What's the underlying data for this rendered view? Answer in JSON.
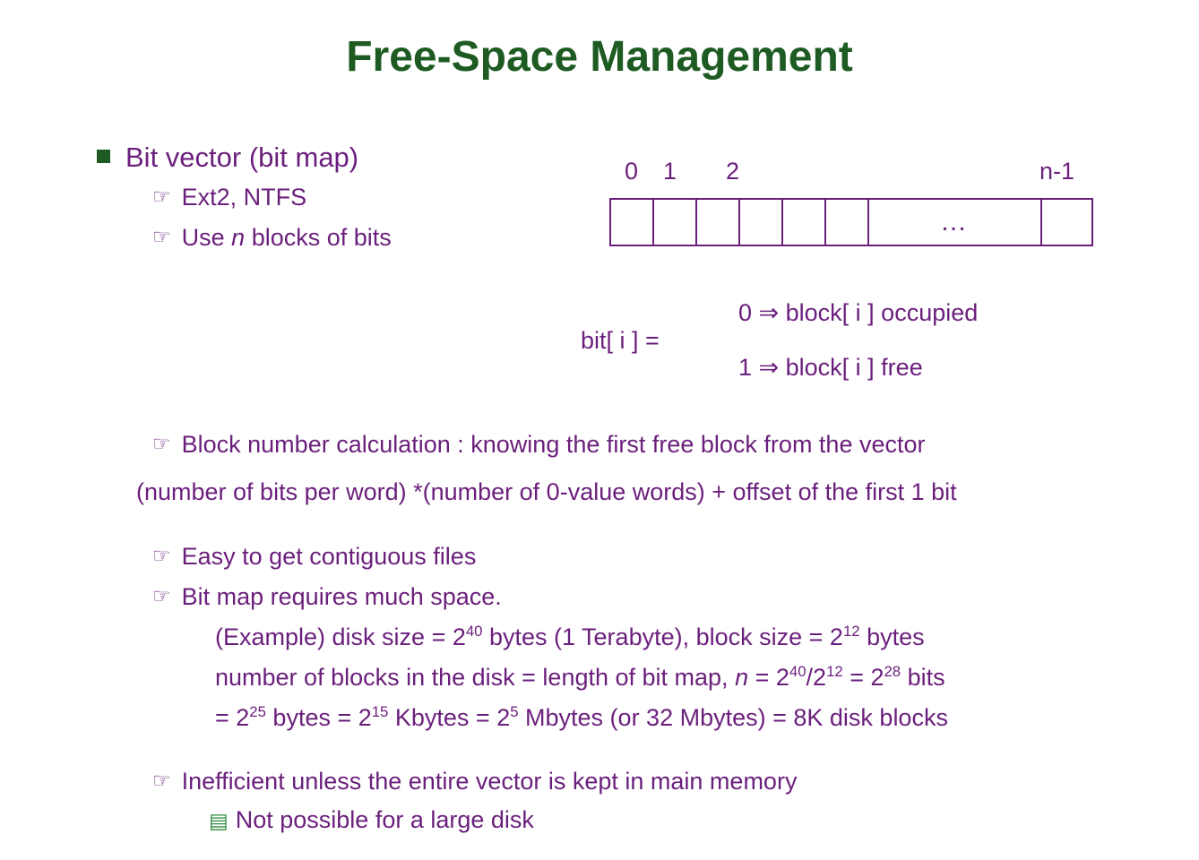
{
  "slide": {
    "title": "Free-Space Management",
    "bullets": {
      "b1": "Bit vector (bit map)",
      "b1_sub1": "Ext2, NTFS",
      "b1_sub2_pre": "Use ",
      "b1_sub2_italic": "n",
      "b1_sub2_post": " blocks of bits",
      "b2": "Block number calculation : knowing the first free block from the vector",
      "b2_cont": "(number of bits per word) *(number of 0-value words) +  offset of the first 1 bit",
      "b3": "Easy to get contiguous files",
      "b4": "Bit map requires much space.",
      "b5": "Inefficient unless the entire vector is kept in main memory",
      "b5_sub": "Not possible for a large disk"
    },
    "example": {
      "line1_a": "(Example) disk size = 2",
      "line1_sup1": "40",
      "line1_b": " bytes (1 Terabyte), block size = 2",
      "line1_sup2": "12",
      "line1_c": " bytes",
      "line2_a": "number of blocks in the disk = length of bit map, ",
      "line2_italic": "n",
      "line2_b": " = 2",
      "line2_sup1": "40",
      "line2_c": "/2",
      "line2_sup2": "12",
      "line2_d": " = 2",
      "line2_sup3": "28",
      "line2_e": " bits",
      "line3_a": "= 2",
      "line3_sup1": "25",
      "line3_b": " bytes = 2",
      "line3_sup2": "15",
      "line3_c": " Kbytes = 2",
      "line3_sup3": "5",
      "line3_d": " Mbytes (or 32 Mbytes) = 8K disk blocks"
    },
    "bitmap": {
      "label_0": "0",
      "label_1": "1",
      "label_2": "2",
      "label_n": "n-1",
      "ellipsis": "…"
    },
    "bitdef": {
      "lhs": "bit[ i ] =",
      "row1": "0 ⇒ block[ i ]  occupied",
      "row2": "1  ⇒ block[ i ]  free"
    },
    "glyphs": {
      "hand": "☞",
      "book": "▤"
    },
    "colors": {
      "title": "#1d5b22",
      "body": "#6b1f7c",
      "bullet_square": "#1d5b22",
      "book_icon": "#2f8a3e"
    }
  }
}
